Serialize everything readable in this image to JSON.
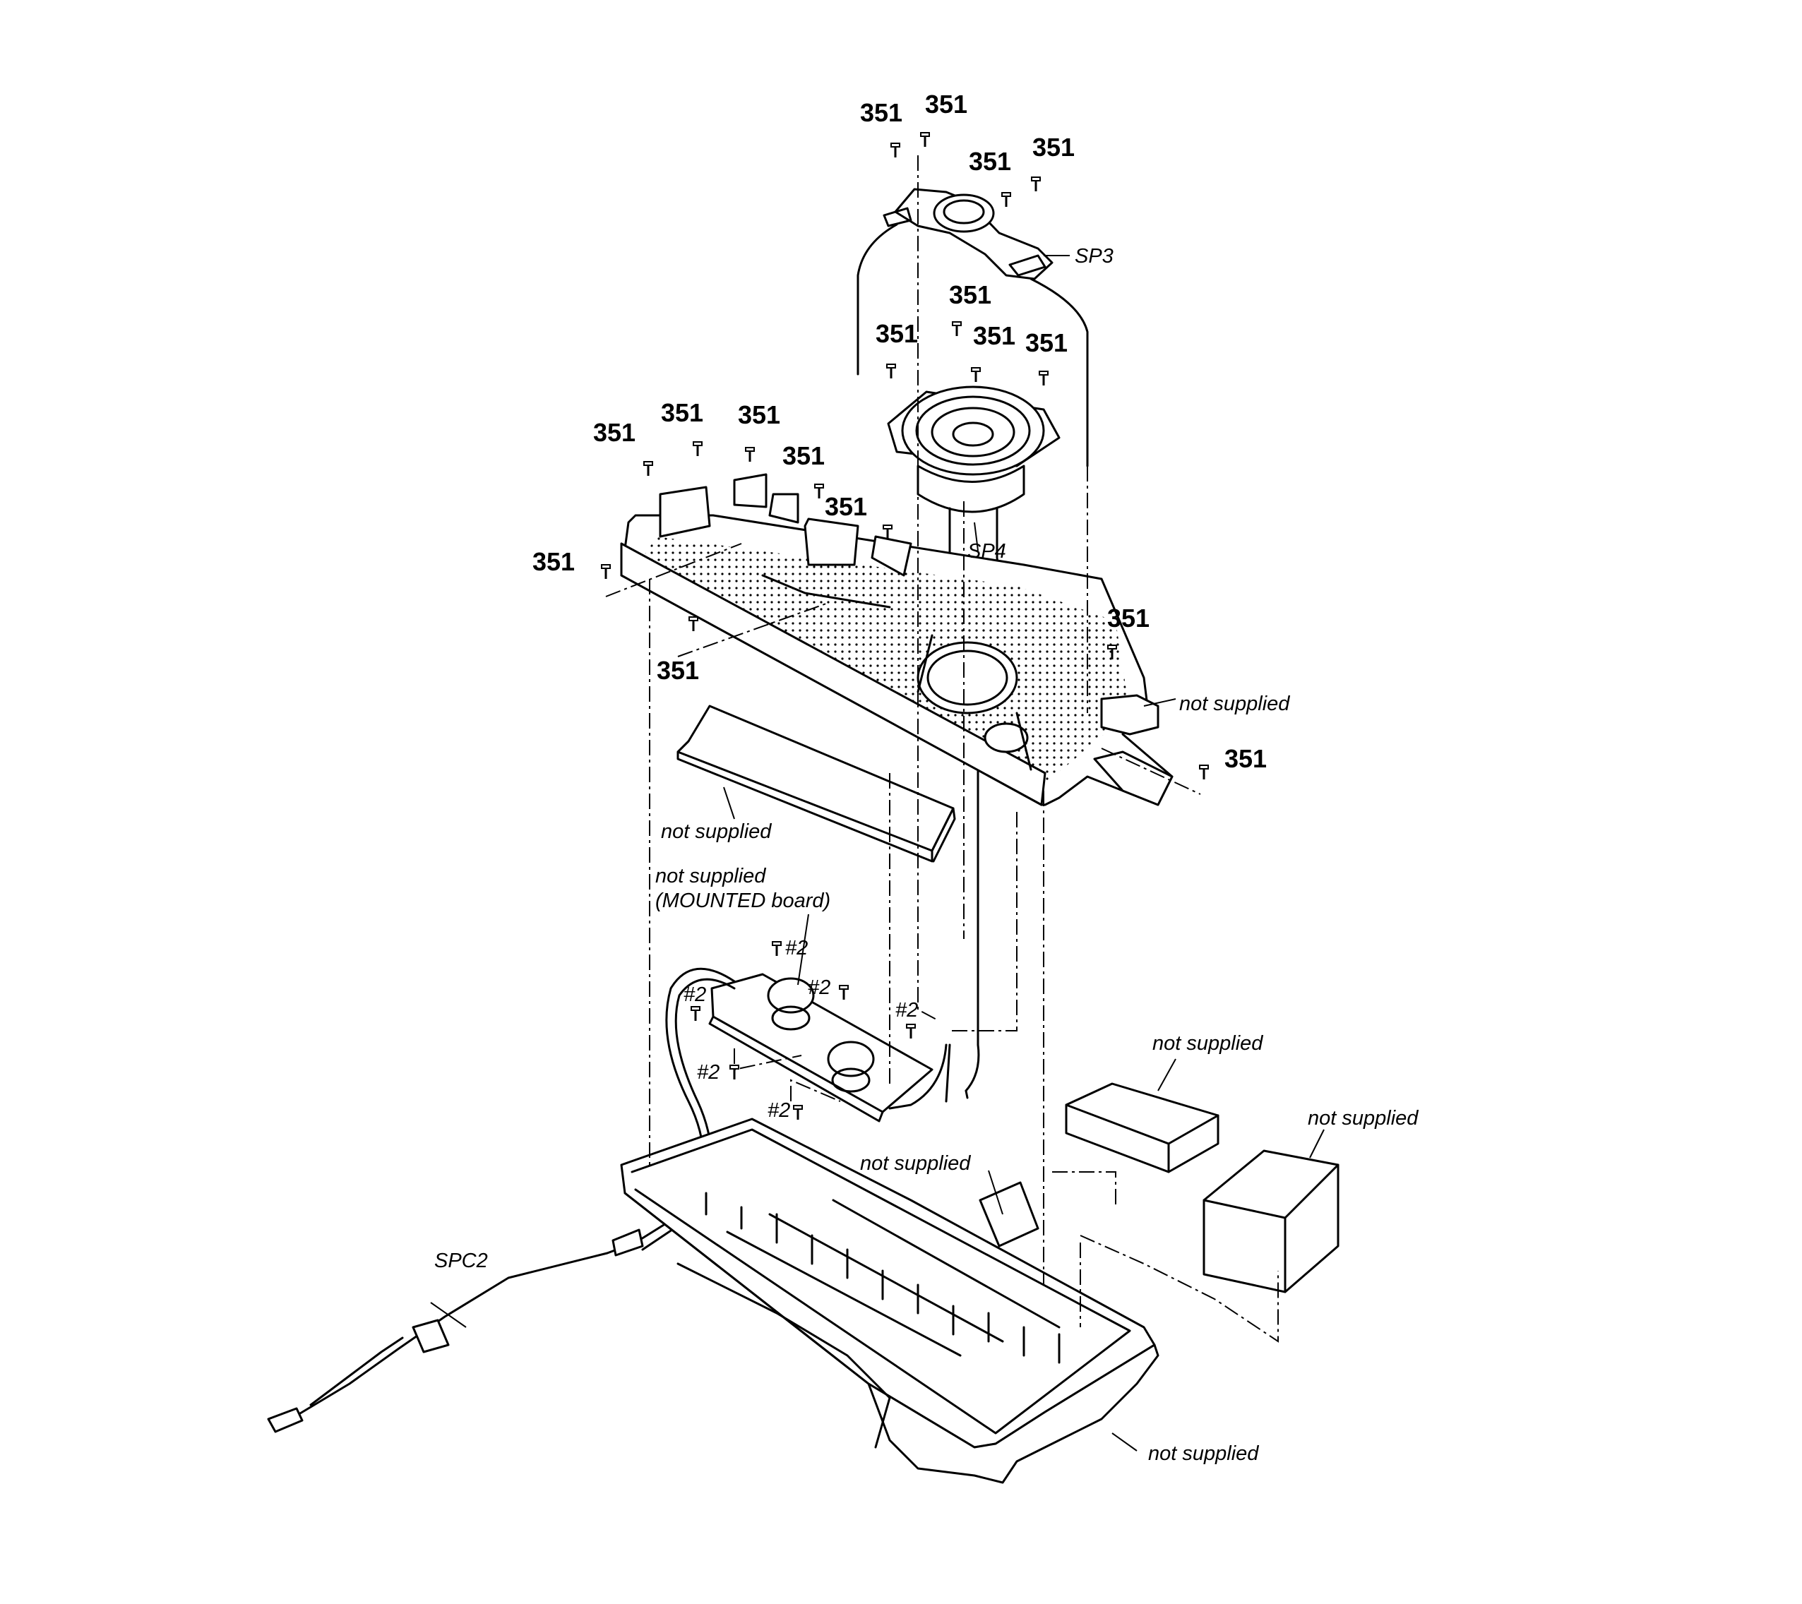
{
  "diagram": {
    "part_numbers": {
      "screw_351": "351",
      "screw_2": "#2"
    },
    "references": {
      "sp3": "SP3",
      "sp4": "SP4",
      "spc2": "SPC2"
    },
    "notes": {
      "not_supplied": "not supplied",
      "mounted_board_line1": "not supplied",
      "mounted_board_line2": "(MOUNTED board)"
    }
  }
}
